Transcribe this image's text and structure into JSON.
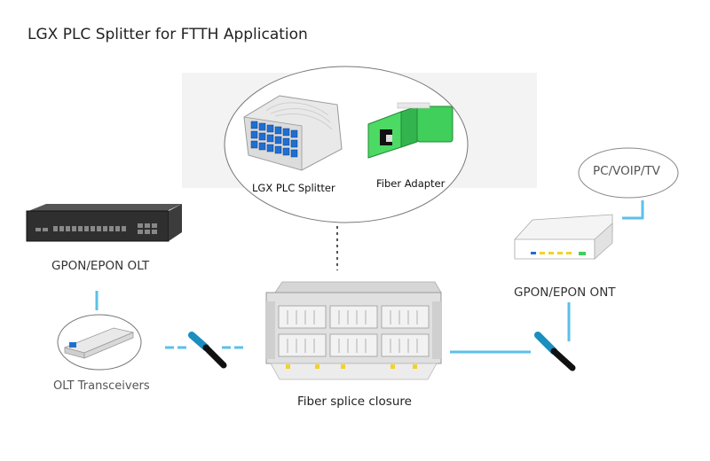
{
  "title": "LGX PLC Splitter for FTTH Application",
  "labels": {
    "splitter": "LGX PLC Splitter",
    "adapter": "Fiber Adapter",
    "olt": "GPON/EPON OLT",
    "transceivers": "OLT Transceivers",
    "closure": "Fiber splice closure",
    "ont": "GPON/EPON ONT",
    "pc": "PC/VOIP/TV"
  },
  "colors": {
    "link": "#5bc0eb",
    "connector": "#1a8fbf",
    "adapter_green": "#4cd964",
    "splitter_blue": "#1f6fd1"
  }
}
